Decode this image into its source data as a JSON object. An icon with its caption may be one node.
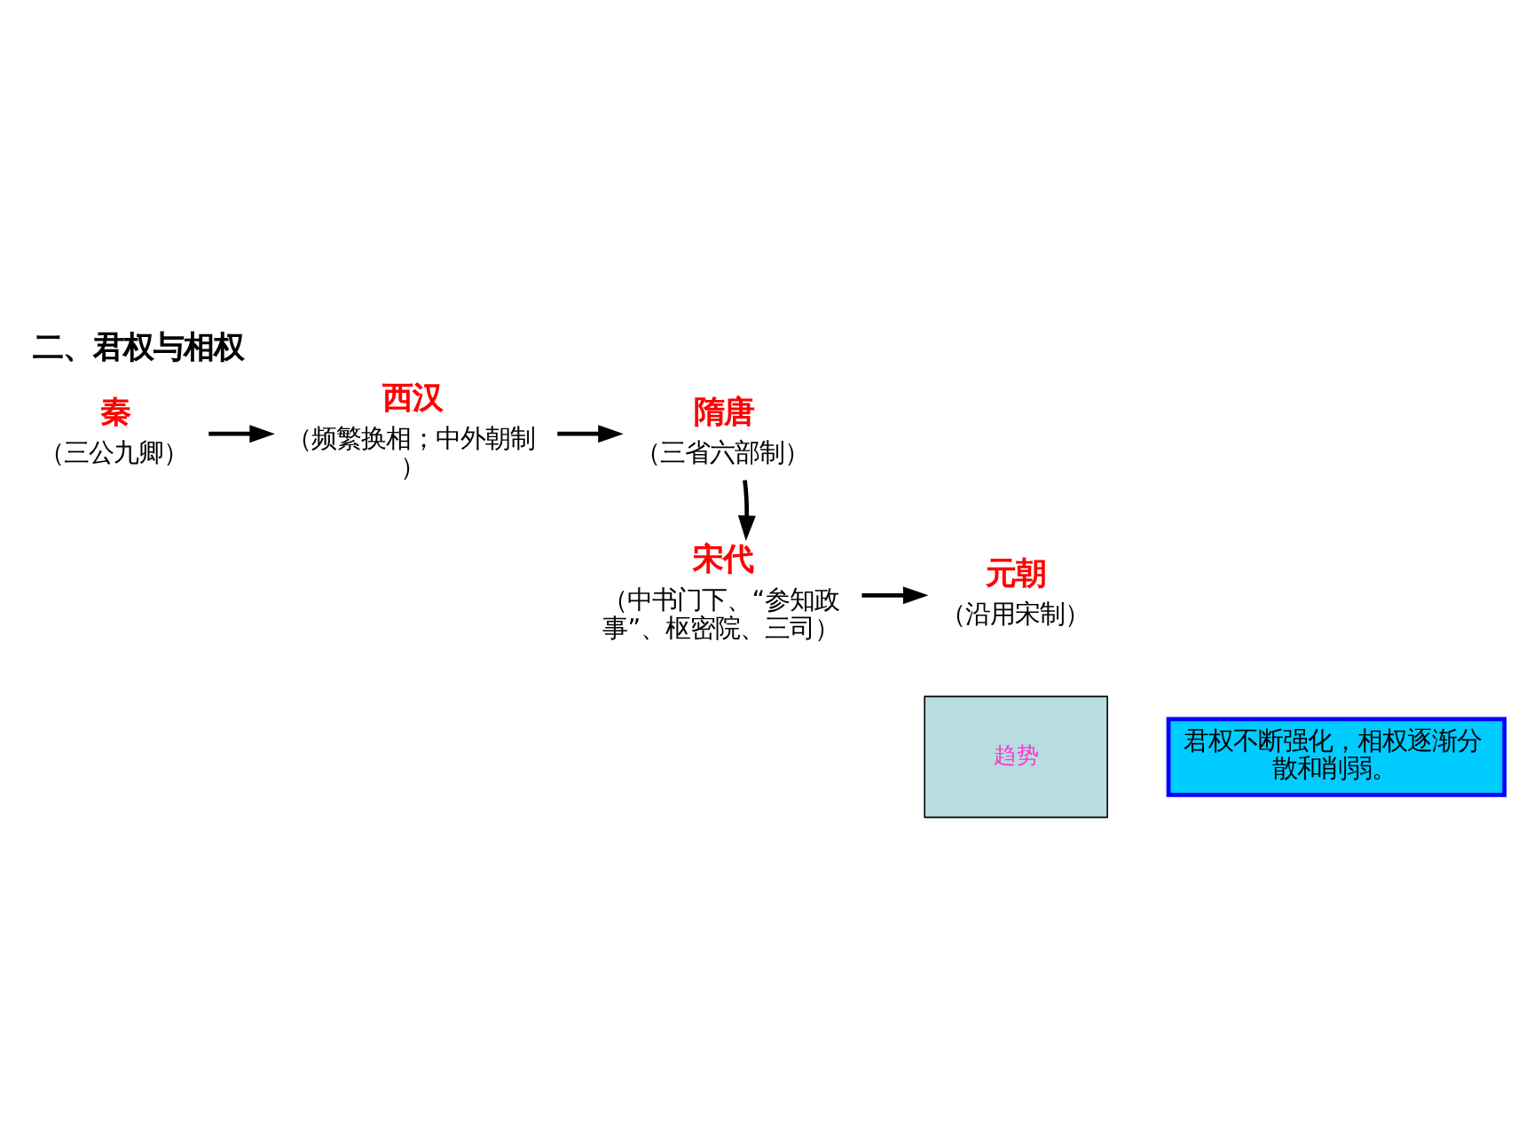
{
  "diagram": {
    "title": "二、君权与相权",
    "nodes": [
      {
        "text": [
          "秦",
          "（三公九卿）"
        ]
      },
      {
        "text": [
          "西汉",
          "（频繁换相；中外朝制）"
        ]
      },
      {
        "text": [
          "隋唐",
          "（三省六部制）"
        ]
      },
      {
        "text": [
          "宋代",
          "（中书门下、“参知政事”、枢密院、三司）"
        ]
      },
      {
        "text": [
          "元朝",
          "（沿用宋制）"
        ]
      },
      {
        "text": [
          "趋势"
        ]
      },
      {
        "text": [
          "君权不断强化，相权逐渐分散和削弱。"
        ]
      }
    ],
    "edges": [
      {
        "from": 0,
        "to": 1,
        "arrow": "to"
      },
      {
        "from": 1,
        "to": 2,
        "arrow": "to"
      },
      {
        "from": 2,
        "to": 3,
        "arrow": "to"
      },
      {
        "from": 3,
        "to": 4,
        "arrow": "to"
      }
    ]
  }
}
